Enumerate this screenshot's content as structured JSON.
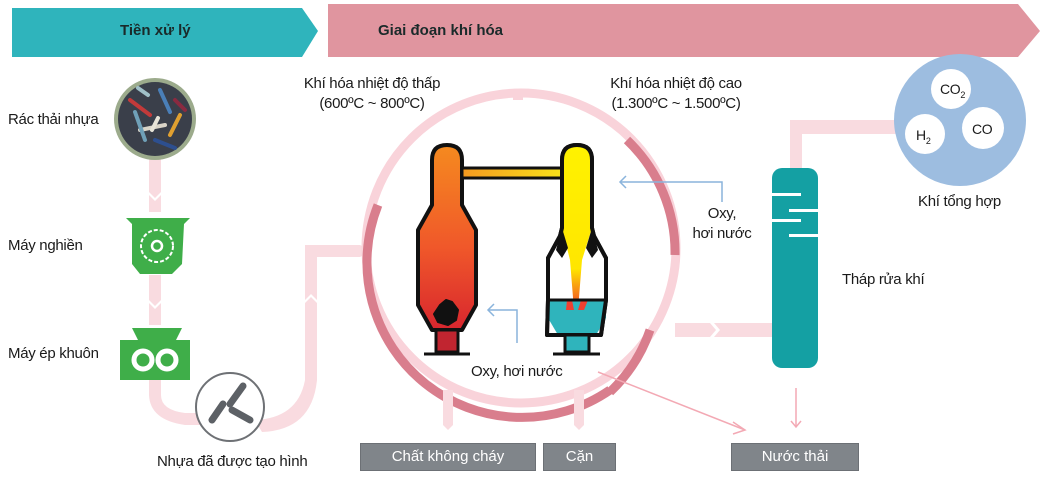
{
  "stages": {
    "pretreatment": "Tiền xử lý",
    "gasification": "Giai đoạn khí hóa"
  },
  "pretreatment_steps": [
    {
      "label": "Rác thải nhựa",
      "icon": "plastic-waste-photo"
    },
    {
      "label": "Máy nghiền",
      "icon": "crusher-icon"
    },
    {
      "label": "Máy ép khuôn",
      "icon": "molding-press-icon"
    },
    {
      "label": "Nhựa đã được tạo hình",
      "icon": "shaped-plastic-icon"
    }
  ],
  "gasifier": {
    "low_temp_title": "Khí hóa nhiệt độ thấp",
    "low_temp_range": "(600ºC ~ 800ºC)",
    "high_temp_title": "Khí hóa nhiệt độ cao",
    "high_temp_range": "(1.300ºC ~ 1.500ºC)",
    "oxygen_steam_bottom": "Oxy, hơi nước",
    "oxygen_steam_right_1": "Oxy,",
    "oxygen_steam_right_2": "hơi nước"
  },
  "scrubber": {
    "label": "Tháp rửa khí"
  },
  "syngas": {
    "label": "Khí tổng hợp",
    "gases": [
      "CO",
      "H",
      "CO"
    ],
    "subscripts": [
      "2",
      "2",
      ""
    ]
  },
  "outputs": {
    "non_combustible": "Chất không cháy",
    "residue": "Cặn",
    "wastewater": "Nước thải"
  },
  "colors": {
    "teal": "#2fb4bc",
    "pink_banner": "#e0959f",
    "flow_pink": "#f7d2d8",
    "ring": "#d97e8d",
    "green": "#3fae49",
    "scrubber": "#14a0a3",
    "syngas_blue": "#9dbde0",
    "gray_box": "#80858a",
    "arrow_blue": "#8ab4dc"
  }
}
